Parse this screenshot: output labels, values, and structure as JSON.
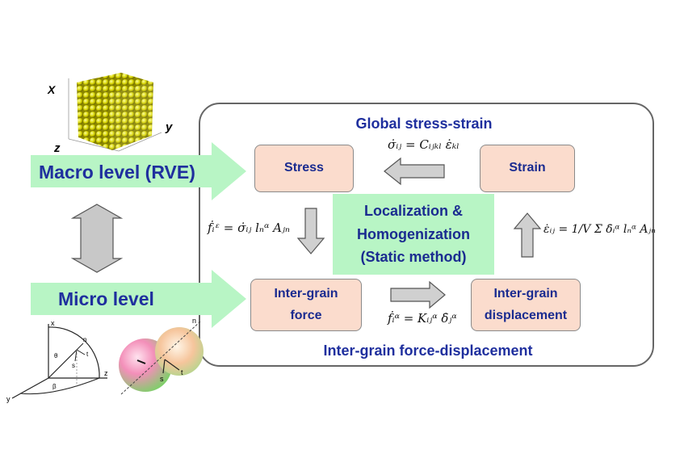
{
  "diagram": {
    "global_caption": "Global stress-strain",
    "local_caption": "Inter-grain force-displacement",
    "stress_box": "Stress",
    "strain_box": "Strain",
    "force_box_line1": "Inter-grain",
    "force_box_line2": "force",
    "disp_box_line1": "Inter-grain",
    "disp_box_line2": "displacement",
    "center_line1": "Localization &",
    "center_line2": "Homogenization",
    "center_line3": "(Static method)",
    "macro_label": "Macro level (RVE)",
    "micro_label": "Micro level",
    "rve_axis_x": "X",
    "rve_axis_y": "y",
    "rve_axis_z": "z",
    "contact_axis_n": "n",
    "contact_axis_t": "t",
    "contact_axis_s": "s",
    "sphere_axis_x": "x",
    "sphere_axis_y": "y",
    "sphere_axis_z": "z",
    "sphere_n": "n",
    "sphere_t": "t",
    "sphere_s": "s",
    "sphere_theta": "θ",
    "sphere_beta": "β"
  },
  "formulas": {
    "stress_strain": "σ̇ᵢⱼ = Cᵢⱼₖₗ ε̇ₖₗ",
    "localization": "ḟᵢᵋ = σ̇ᵢⱼ lₙᵅ Aⱼₙ",
    "homogenization": "ε̇ᵢⱼ = 1/V Σ δ̇ᵢᵅ lₙᵅ Aⱼₙ",
    "contact": "ḟᵢᵅ = Kᵢⱼᵅ δ̇ⱼᵅ"
  },
  "colors": {
    "box_fill": "#fbdccd",
    "center_fill": "#b8f5c5",
    "level_arrow_fill": "#b8f5c5",
    "text_blue": "#1f2f9e",
    "grey_arrow": "#c8c8c8"
  }
}
